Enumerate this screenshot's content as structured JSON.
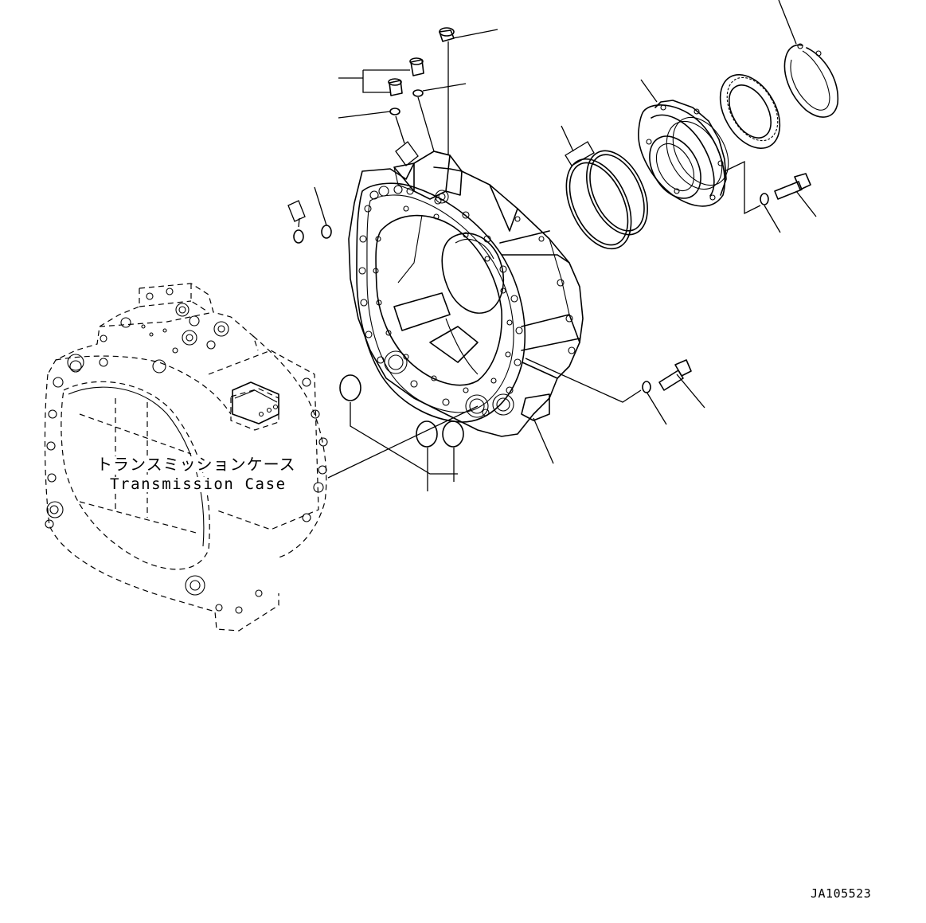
{
  "diagram": {
    "part_label_japanese": "トランスミッションケース",
    "part_label_english": "Transmission Case",
    "drawing_id": "JA105523"
  }
}
